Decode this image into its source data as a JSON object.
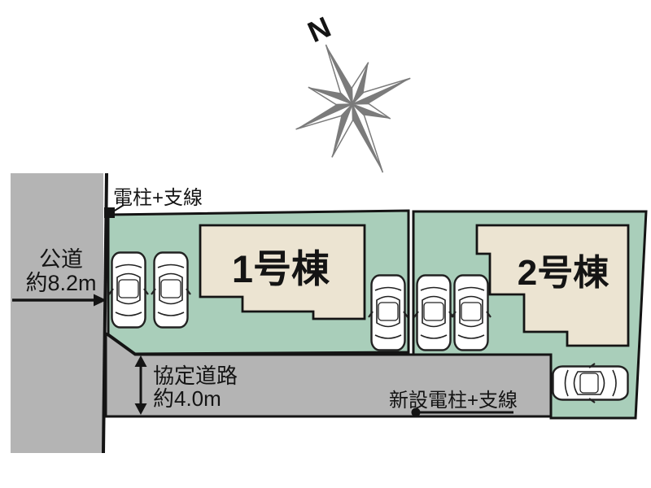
{
  "compass": {
    "north_label": "N"
  },
  "labels": {
    "utility_pole": "電柱+支線",
    "public_road_name": "公道",
    "public_road_width": "約8.2m",
    "agreement_road_name": "協定道路",
    "agreement_road_width": "約4.0m",
    "new_utility_pole": "新設電柱+支線"
  },
  "buildings": [
    {
      "label": "1号棟"
    },
    {
      "label": "2号棟"
    }
  ],
  "site": {
    "plot_count": 2,
    "cars_plot1": 3,
    "cars_plot2": 3
  },
  "colors": {
    "plot_green": "#a9ceba",
    "house_beige": "#ece4d2",
    "road_gray": "#b4b4b4",
    "compass_gray": "#7b7b7b",
    "line_black": "#141414",
    "car_white": "#ffffff"
  }
}
